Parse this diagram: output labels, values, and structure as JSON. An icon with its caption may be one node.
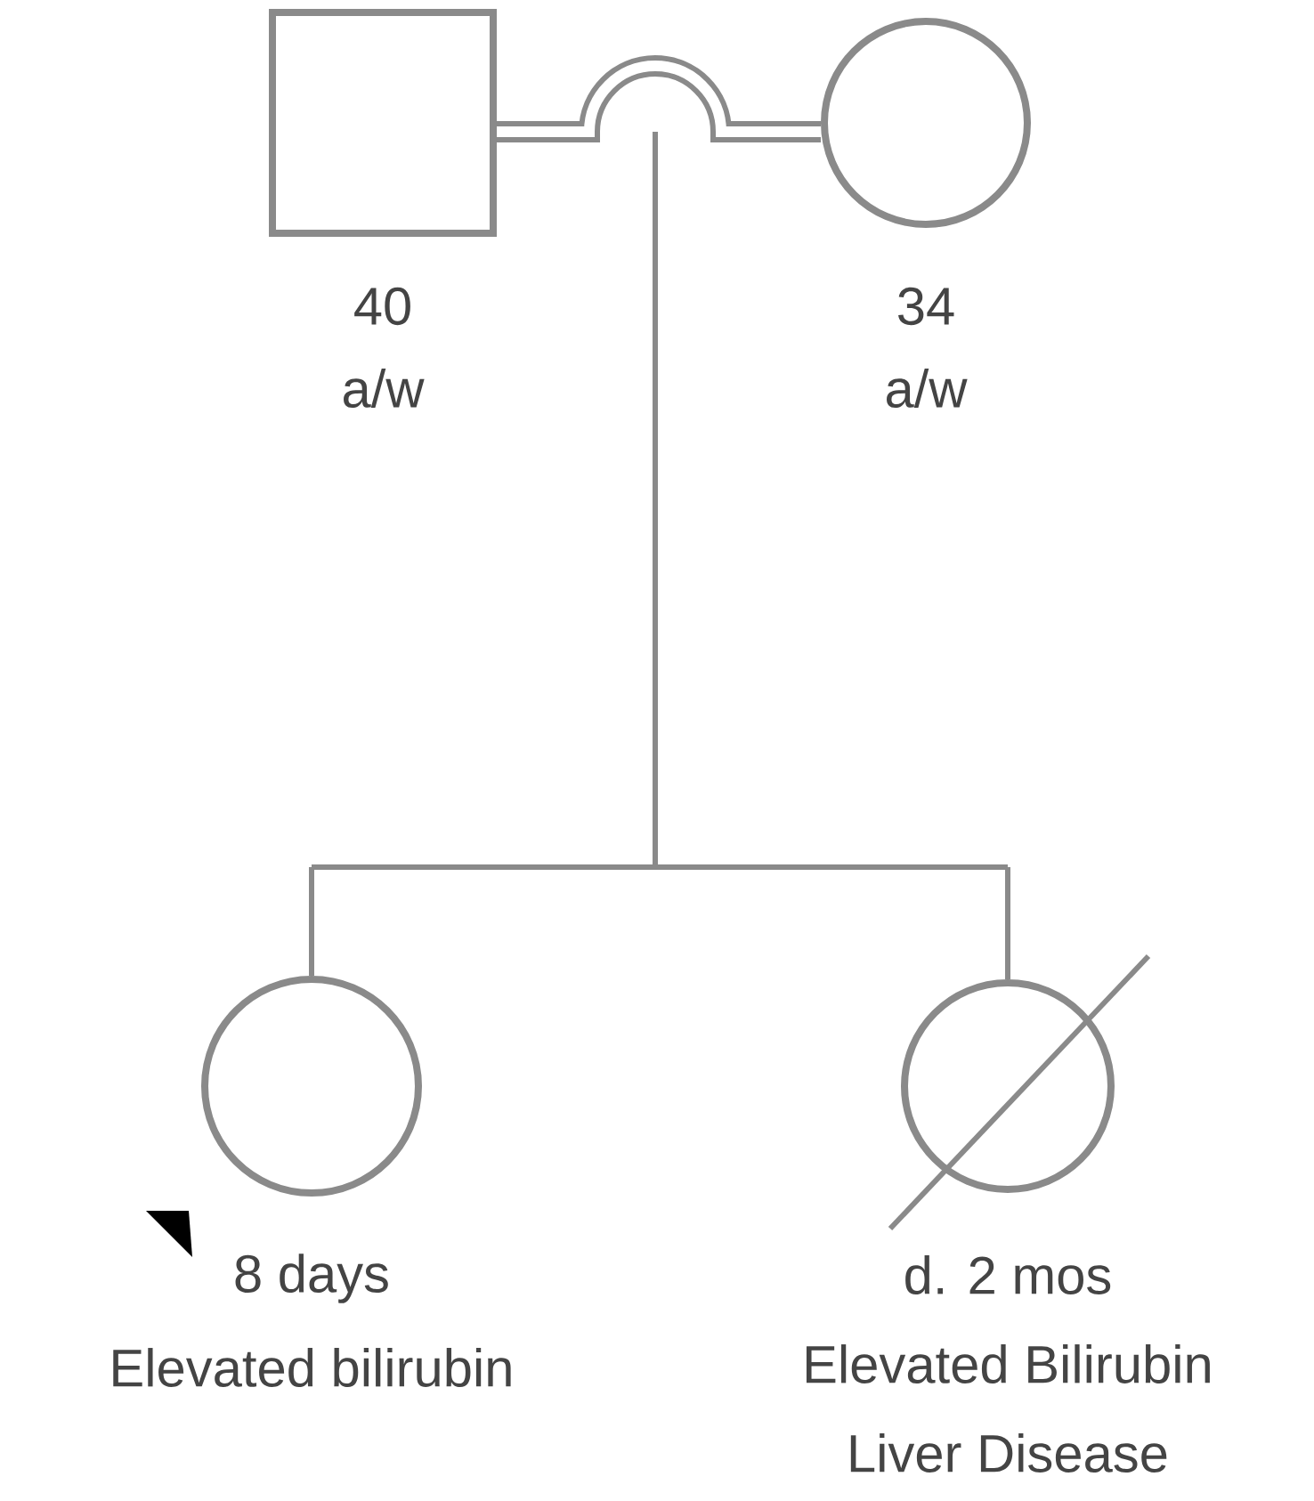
{
  "diagram": {
    "nodes": [
      {
        "text": [],
        "shape": "box",
        "beside": [
          "40",
          "a/w"
        ]
      },
      {
        "text": [],
        "shape": "circle",
        "beside": [
          "34",
          "a/w"
        ]
      },
      {
        "text": [],
        "shape": "circle",
        "beside": [
          "8 days",
          "Elevated bilirubin"
        ]
      },
      {
        "text": [],
        "shape": "circle",
        "beside": [
          "d. 2 mos",
          "Elevated Bilirubin",
          "Liver Disease"
        ]
      }
    ],
    "edges": [
      {
        "from": 0,
        "to": 1,
        "arrow": "none",
        "style": "thick"
      },
      {
        "from": null,
        "to": 2,
        "arrow": "none"
      },
      {
        "from": null,
        "to": 3,
        "arrow": "none"
      }
    ]
  }
}
